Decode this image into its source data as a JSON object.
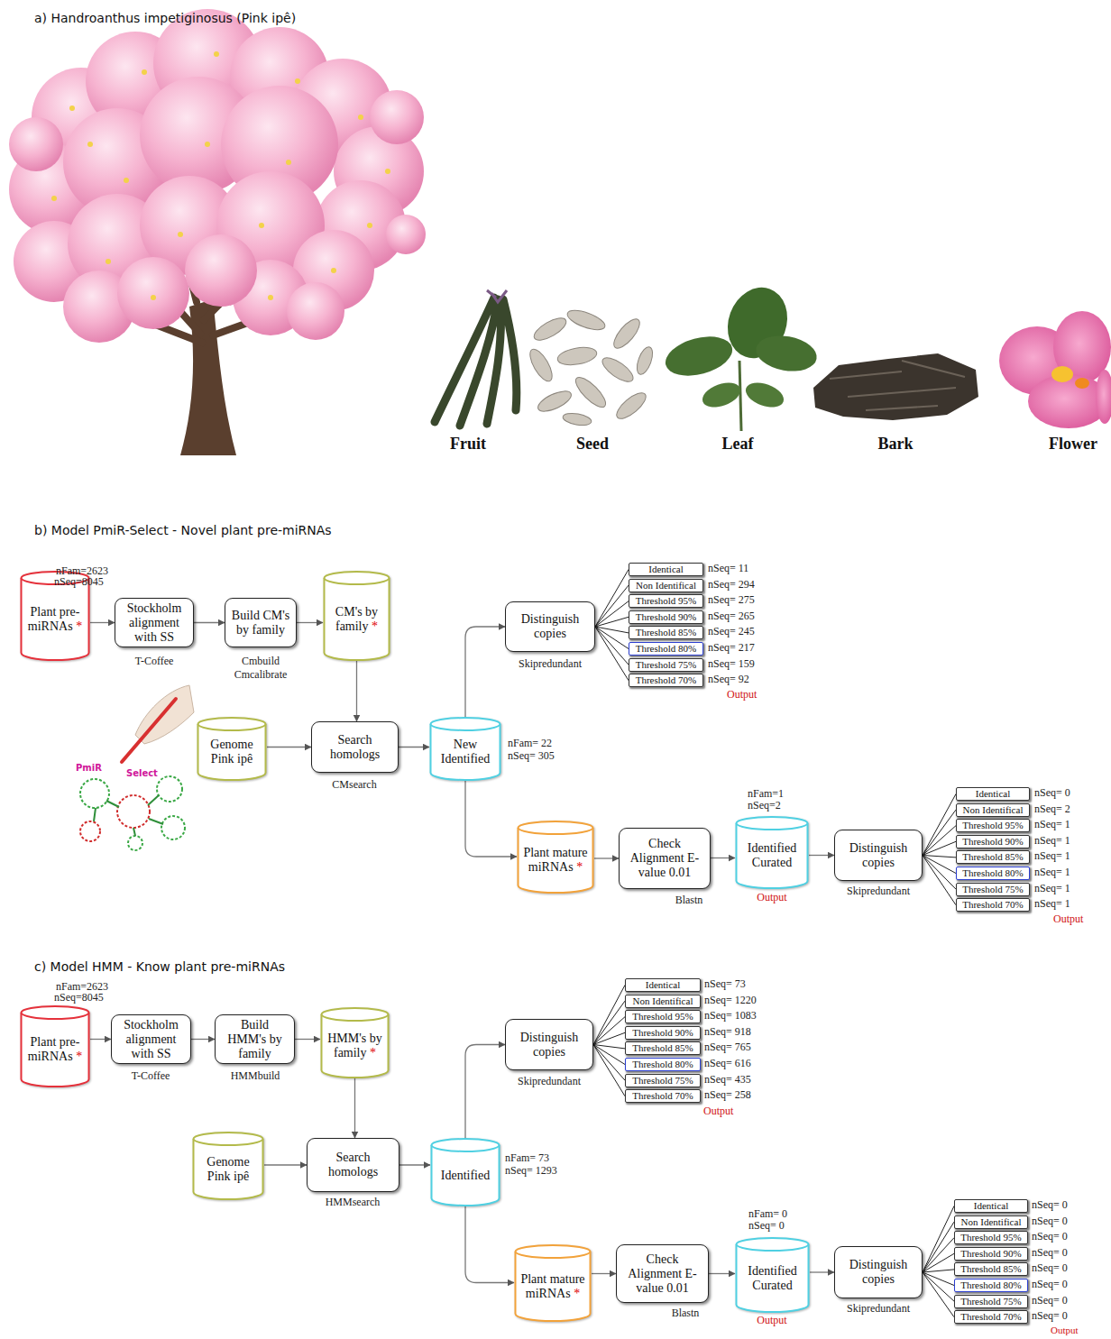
{
  "diagram": {
    "nodes": [
      {
        "text": [
          "Plant pre-miRNAs *"
        ]
      },
      {
        "text": [
          "Stockholm alignment with SS"
        ]
      },
      {
        "text": [
          "Build CM's by family"
        ]
      },
      {
        "text": [
          "CM's by family *"
        ]
      },
      {
        "text": [
          "Genome Pink ipê"
        ]
      },
      {
        "text": [
          "Search homologs"
        ]
      },
      {
        "text": [
          "New Identified"
        ]
      },
      {
        "text": [
          "Distinguish copies"
        ]
      },
      {
        "text": [
          "Identical"
        ]
      },
      {
        "text": [
          "Non Identifical"
        ]
      },
      {
        "text": [
          "Threshold 95%"
        ]
      },
      {
        "text": [
          "Threshold 90%"
        ]
      },
      {
        "text": [
          "Threshold 85%"
        ]
      },
      {
        "text": [
          "Threshold 80%"
        ]
      },
      {
        "text": [
          "Threshold 75%"
        ]
      },
      {
        "text": [
          "Threshold 70%"
        ]
      },
      {
        "text": [
          "Plant mature miRNAs *"
        ]
      },
      {
        "text": [
          "Check Alignment E-value 0.01"
        ]
      },
      {
        "text": [
          "Identified Curated"
        ]
      },
      {
        "text": [
          "Distinguish copies"
        ]
      },
      {
        "text": [
          "Identical"
        ]
      },
      {
        "text": [
          "Non Identifical"
        ]
      },
      {
        "text": [
          "Threshold 95%"
        ]
      },
      {
        "text": [
          "Threshold 90%"
        ]
      },
      {
        "text": [
          "Threshold 85%"
        ]
      },
      {
        "text": [
          "Threshold 80%"
        ]
      },
      {
        "text": [
          "Threshold 75%"
        ]
      },
      {
        "text": [
          "Threshold 70%"
        ]
      },
      {
        "text": [
          "Plant pre-miRNAs *"
        ]
      },
      {
        "text": [
          "Stockholm alignment with SS"
        ]
      },
      {
        "text": [
          "Build HMM's by family"
        ]
      },
      {
        "text": [
          "HMM's by family *"
        ]
      },
      {
        "text": [
          "Genome Pink ipê"
        ]
      },
      {
        "text": [
          "Search homologs"
        ]
      },
      {
        "text": [
          "Identified"
        ]
      },
      {
        "text": [
          "Distinguish copies"
        ]
      },
      {
        "text": [
          "Identical"
        ]
      },
      {
        "text": [
          "Non Identifical"
        ]
      },
      {
        "text": [
          "Threshold 95%"
        ]
      },
      {
        "text": [
          "Threshold 90%"
        ]
      },
      {
        "text": [
          "Threshold 85%"
        ]
      },
      {
        "text": [
          "Threshold 80%"
        ]
      },
      {
        "text": [
          "Threshold 75%"
        ]
      },
      {
        "text": [
          "Threshold 70%"
        ]
      },
      {
        "text": [
          "Plant mature miRNAs *"
        ]
      },
      {
        "text": [
          "Check Alignment E-value 0.01"
        ]
      },
      {
        "text": [
          "Identified Curated"
        ]
      },
      {
        "text": [
          "Distinguish copies"
        ]
      },
      {
        "text": [
          "Identical"
        ]
      },
      {
        "text": [
          "Non Identifical"
        ]
      },
      {
        "text": [
          "Threshold 95%"
        ]
      },
      {
        "text": [
          "Threshold 90%"
        ]
      },
      {
        "text": [
          "Threshold 85%"
        ]
      },
      {
        "text": [
          "Threshold 80%"
        ]
      },
      {
        "text": [
          "Threshold 75%"
        ]
      },
      {
        "text": [
          "Threshold 70%"
        ]
      }
    ],
    "edges": [
      {
        "from": 0,
        "to": 1,
        "arrow": "to"
      },
      {
        "from": 1,
        "to": 2,
        "arrow": "to"
      },
      {
        "from": 2,
        "to": 3,
        "arrow": "to"
      },
      {
        "from": 3,
        "to": 5,
        "arrow": "to"
      },
      {
        "from": 4,
        "to": 5,
        "arrow": "to"
      },
      {
        "from": 5,
        "to": 6,
        "arrow": "to"
      },
      {
        "from": 6,
        "to": 7,
        "arrow": "to"
      },
      {
        "from": 7,
        "to": 8,
        "arrow": "none"
      },
      {
        "from": 7,
        "to": 9,
        "arrow": "none"
      },
      {
        "from": 7,
        "to": 10,
        "arrow": "none"
      },
      {
        "from": 7,
        "to": 11,
        "arrow": "none"
      },
      {
        "from": 7,
        "to": 12,
        "arrow": "none"
      },
      {
        "from": 7,
        "to": 13,
        "arrow": "none"
      },
      {
        "from": 7,
        "to": 14,
        "arrow": "none"
      },
      {
        "from": 7,
        "to": 15,
        "arrow": "none"
      },
      {
        "from": 6,
        "to": 16,
        "arrow": "to"
      },
      {
        "from": 16,
        "to": 17,
        "arrow": "to"
      },
      {
        "from": 17,
        "to": 18,
        "arrow": "to"
      },
      {
        "from": 18,
        "to": 19,
        "arrow": "to"
      },
      {
        "from": 19,
        "to": 20,
        "arrow": "none"
      },
      {
        "from": 19,
        "to": 21,
        "arrow": "none"
      },
      {
        "from": 19,
        "to": 22,
        "arrow": "none"
      },
      {
        "from": 19,
        "to": 23,
        "arrow": "none"
      },
      {
        "from": 19,
        "to": 24,
        "arrow": "none"
      },
      {
        "from": 19,
        "to": 25,
        "arrow": "none"
      },
      {
        "from": 19,
        "to": 26,
        "arrow": "none"
      },
      {
        "from": 19,
        "to": 27,
        "arrow": "none"
      },
      {
        "from": 28,
        "to": 29,
        "arrow": "to"
      },
      {
        "from": 29,
        "to": 30,
        "arrow": "to"
      },
      {
        "from": 30,
        "to": 31,
        "arrow": "to"
      },
      {
        "from": 31,
        "to": 33,
        "arrow": "to"
      },
      {
        "from": 32,
        "to": 33,
        "arrow": "to"
      },
      {
        "from": 33,
        "to": 34,
        "arrow": "to"
      },
      {
        "from": 34,
        "to": 35,
        "arrow": "to"
      },
      {
        "from": 35,
        "to": 36,
        "arrow": "none"
      },
      {
        "from": 35,
        "to": 37,
        "arrow": "none"
      },
      {
        "from": 35,
        "to": 38,
        "arrow": "none"
      },
      {
        "from": 35,
        "to": 39,
        "arrow": "none"
      },
      {
        "from": 35,
        "to": 40,
        "arrow": "none"
      },
      {
        "from": 35,
        "to": 41,
        "arrow": "none"
      },
      {
        "from": 35,
        "to": 42,
        "arrow": "none"
      },
      {
        "from": 35,
        "to": 43,
        "arrow": "none"
      },
      {
        "from": 34,
        "to": 44,
        "arrow": "to"
      },
      {
        "from": 44,
        "to": 45,
        "arrow": "to"
      },
      {
        "from": 45,
        "to": 46,
        "arrow": "to"
      },
      {
        "from": 46,
        "to": 47,
        "arrow": "to"
      },
      {
        "from": 47,
        "to": 48,
        "arrow": "none"
      },
      {
        "from": 47,
        "to": 49,
        "arrow": "none"
      },
      {
        "from": 47,
        "to": 50,
        "arrow": "none"
      },
      {
        "from": 47,
        "to": 51,
        "arrow": "none"
      },
      {
        "from": 47,
        "to": 52,
        "arrow": "none"
      },
      {
        "from": 47,
        "to": 53,
        "arrow": "none"
      },
      {
        "from": 47,
        "to": 54,
        "arrow": "none"
      },
      {
        "from": 47,
        "to": 55,
        "arrow": "none"
      }
    ],
    "labels": [
      "a) Handroanthus impetiginosus (Pink ipê)",
      "Fruit",
      "Seed",
      "Leaf",
      "Bark",
      "Flower",
      "b) Model PmiR-Select - Novel plant pre-miRNAs",
      "nFam=2623",
      "nSeq=8045",
      "T-Coffee",
      "Cmbuild",
      "Cmcalibrate",
      "CMsearch",
      "nFam= 22",
      "nSeq= 305",
      "Skipredundant",
      "nSeq= 11",
      "nSeq= 294",
      "nSeq= 275",
      "nSeq= 265",
      "nSeq= 245",
      "nSeq= 217",
      "nSeq= 159",
      "nSeq= 92",
      "Output",
      "nFam=1",
      "nSeq=2",
      "Blastn",
      "Output",
      "Skipredundant",
      "nSeq= 0",
      "nSeq= 2",
      "nSeq= 1",
      "nSeq= 1",
      "nSeq= 1",
      "nSeq= 1",
      "nSeq= 1",
      "nSeq= 1",
      "Output",
      "PmiR",
      "Select",
      "c) Model HMM - Know plant pre-miRNAs",
      "nFam=2623",
      "nSeq=8045",
      "T-Coffee",
      "HMMbuild",
      "HMMsearch",
      "nFam= 73",
      "nSeq= 1293",
      "Skipredundant",
      "nSeq= 73",
      "nSeq= 1220",
      "nSeq= 1083",
      "nSeq= 918",
      "nSeq= 765",
      "nSeq= 616",
      "nSeq= 435",
      "nSeq= 258",
      "Output",
      "nFam= 0",
      "nSeq= 0",
      "Blastn",
      "Output",
      "Skipredundant",
      "nSeq= 0",
      "nSeq= 0",
      "nSeq= 0",
      "nSeq= 0",
      "nSeq= 0",
      "nSeq= 0",
      "nSeq= 0",
      "nSeq= 0",
      "Output"
    ]
  }
}
